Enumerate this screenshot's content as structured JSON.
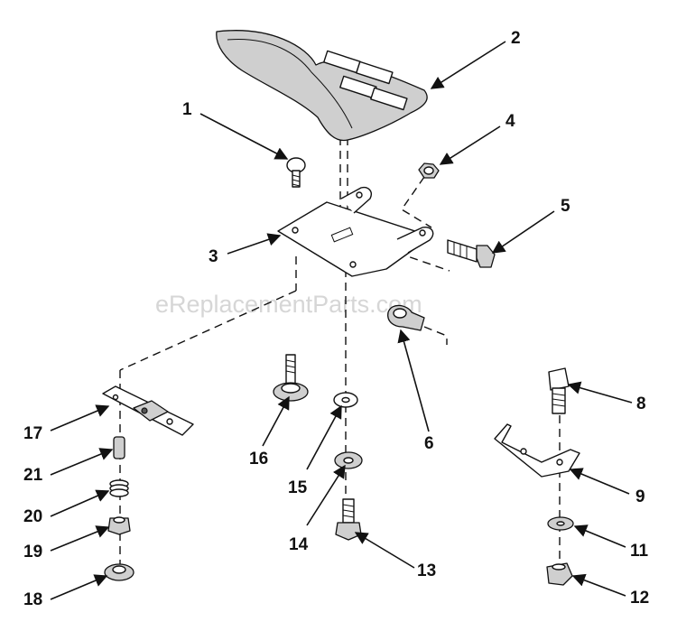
{
  "watermark": "eReplacementParts.com",
  "parts": [
    {
      "id": "1"
    },
    {
      "id": "2"
    },
    {
      "id": "3"
    },
    {
      "id": "4"
    },
    {
      "id": "5"
    },
    {
      "id": "6"
    },
    {
      "id": "8"
    },
    {
      "id": "9"
    },
    {
      "id": "11"
    },
    {
      "id": "12"
    },
    {
      "id": "13"
    },
    {
      "id": "14"
    },
    {
      "id": "15"
    },
    {
      "id": "16"
    },
    {
      "id": "17"
    },
    {
      "id": "18"
    },
    {
      "id": "19"
    },
    {
      "id": "20"
    },
    {
      "id": "21"
    }
  ],
  "colors": {
    "line": "#111111",
    "watermark": "#d6d6d6",
    "part_shade": "#cfcfcf"
  }
}
